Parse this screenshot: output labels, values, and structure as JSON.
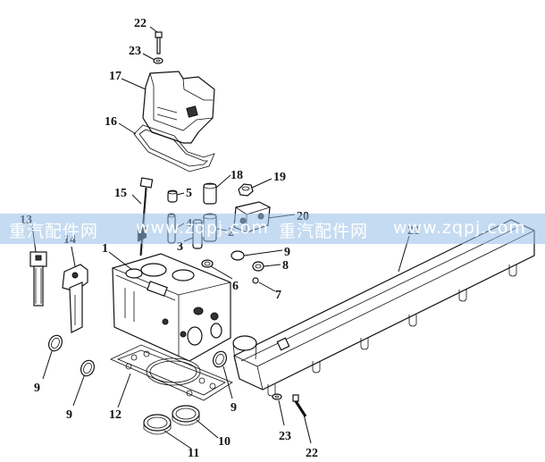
{
  "diagram": {
    "labels": {
      "l1": "1",
      "l2": "2",
      "l3": "3",
      "l4": "4",
      "l5": "5",
      "l6": "6",
      "l7": "7",
      "l8": "8",
      "l9a": "9",
      "l9b": "9",
      "l9c": "9",
      "l9d": "9",
      "l10": "10",
      "l11": "11",
      "l12": "12",
      "l13": "13",
      "l14": "14",
      "l15": "15",
      "l16": "16",
      "l17": "17",
      "l18": "18",
      "l19": "19",
      "l20": "20",
      "l21": "21",
      "l22a": "22",
      "l22b": "22",
      "l23a": "23",
      "l23b": "23"
    }
  },
  "watermark": {
    "segments": [
      "重汽配件网",
      "www.zqpj.com",
      "重汽配件网",
      "www.zqpj.com"
    ]
  }
}
